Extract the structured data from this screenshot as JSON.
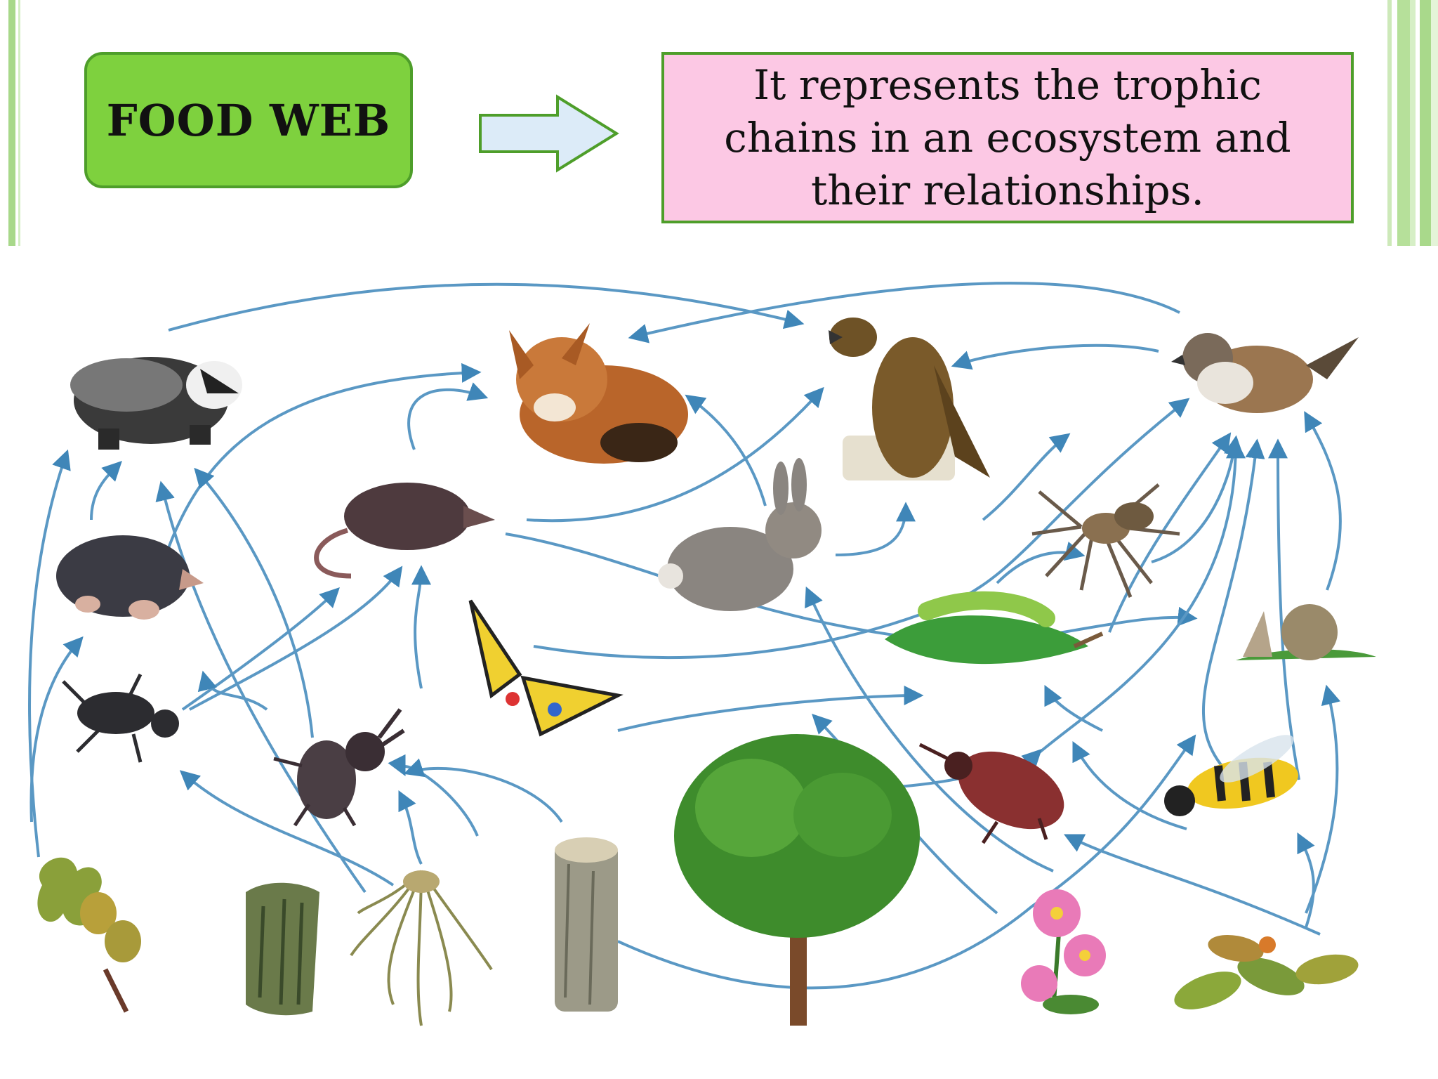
{
  "title": "FOOD WEB",
  "definition": "It represents the trophic chains in an ecosystem and their relationships.",
  "colors": {
    "title_fill": "#7ed13e",
    "definition_fill": "#fcc8e4",
    "border": "#4e9e2a",
    "web_arrows": "#3f86b8"
  },
  "organisms": [
    "badger",
    "fox",
    "eagle",
    "sparrow",
    "mole",
    "shrew",
    "rabbit",
    "spider",
    "swallowtail-butterfly",
    "caterpillar",
    "snail",
    "ground-beetle",
    "stag-beetle",
    "shield-bug",
    "wasp",
    "oak-acorns",
    "bark",
    "roots",
    "tree-stump",
    "tree",
    "flowers",
    "leaves"
  ]
}
